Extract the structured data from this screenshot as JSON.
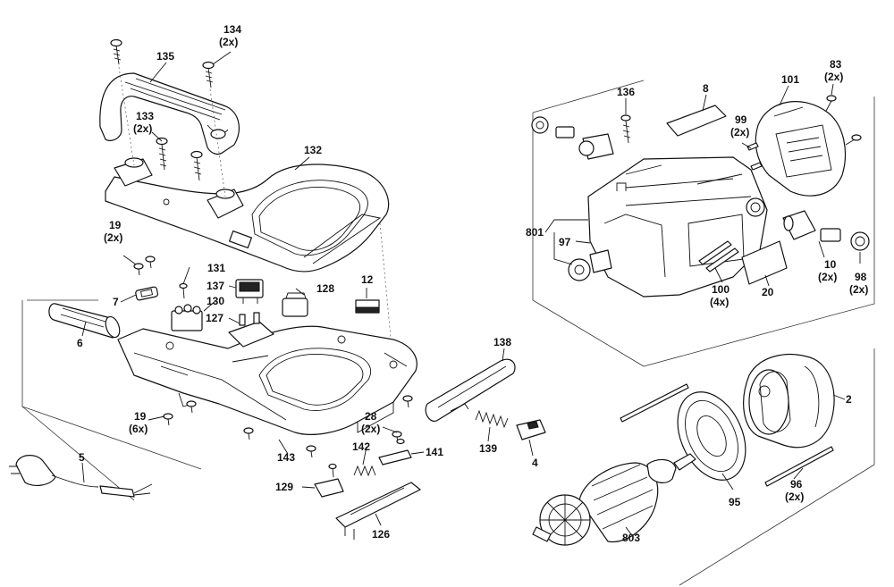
{
  "labels": {
    "p134": "134",
    "p134q": "(2x)",
    "p135": "135",
    "p133": "133",
    "p133q": "(2x)",
    "p132": "132",
    "p19a": "19",
    "p19aq": "(2x)",
    "p131": "131",
    "p137": "137",
    "p130": "130",
    "p128": "128",
    "p12": "12",
    "p127": "127",
    "p7": "7",
    "p6": "6",
    "p19b": "19",
    "p19bq": "(6x)",
    "p5": "5",
    "p143": "143",
    "p28": "28",
    "p28q": "(2x)",
    "p142": "142",
    "p141": "141",
    "p129": "129",
    "p126": "126",
    "p138": "138",
    "p139": "139",
    "p4": "4",
    "p136": "136",
    "p8": "8",
    "p101": "101",
    "p83": "83",
    "p83q": "(2x)",
    "p99": "99",
    "p99q": "(2x)",
    "p801": "801",
    "p97": "97",
    "p100": "100",
    "p100q": "(4x)",
    "p20": "20",
    "p10": "10",
    "p10q": "(2x)",
    "p98": "98",
    "p98q": "(2x)",
    "p2": "2",
    "p96": "96",
    "p96q": "(2x)",
    "p95": "95",
    "p803": "803"
  }
}
